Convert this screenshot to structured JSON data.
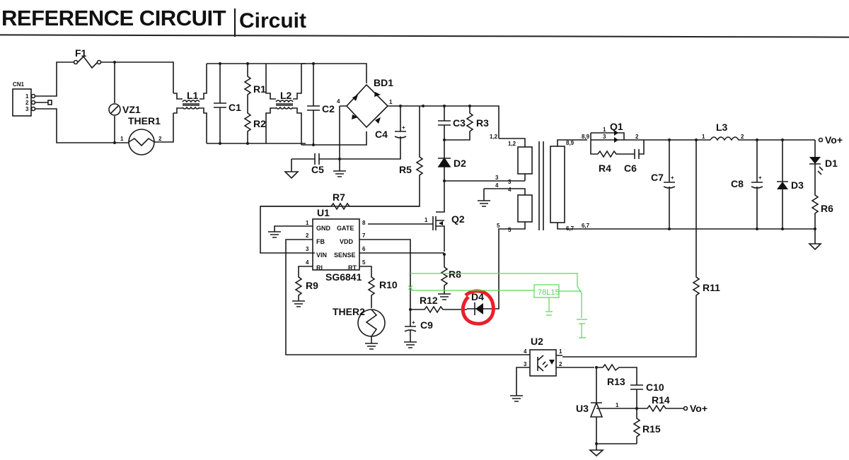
{
  "title": {
    "main": "REFERENCE CIRCUIT",
    "sub": "Circuit"
  },
  "components": {
    "CN1": "CN1",
    "F1": "F1",
    "VZ1": "VZ1",
    "THER1": "THER1",
    "L1": "L1",
    "C1": "C1",
    "R1": "R1",
    "R2": "R2",
    "L2": "L2",
    "C2": "C2",
    "BD1": "BD1",
    "C4": "C4",
    "C5": "C5",
    "R5": "R5",
    "C3": "C3",
    "R3": "R3",
    "D2": "D2",
    "Q2": "Q2",
    "R7": "R7",
    "U1": "U1",
    "U1_part": "SG6841",
    "R9": "R9",
    "R10": "R10",
    "THER2": "THER2",
    "C9": "C9",
    "R8": "R8",
    "R12": "R12",
    "D4": "D4",
    "Q1": "Q1",
    "R4": "R4",
    "C6": "C6",
    "C7": "C7",
    "L3": "L3",
    "C8": "C8",
    "D3": "D3",
    "D1": "D1",
    "R6": "R6",
    "R11": "R11",
    "U2": "U2",
    "R13": "R13",
    "C10": "C10",
    "U3": "U3",
    "R14": "R14",
    "R15": "R15"
  },
  "u1_pins": {
    "gnd": "GND",
    "fb": "FB",
    "vin": "VIN",
    "ri": "RI",
    "gate": "GATE",
    "vdd": "VDD",
    "sense": "SENSE",
    "rt": "RT"
  },
  "nets": {
    "vout1": "Vo+",
    "vout2": "Vo+"
  },
  "annotation": {
    "regulator": "78L15",
    "highlight_target": "D4",
    "highlight_color": "#e8202a",
    "sketch_color": "#59d659"
  },
  "transformer_pins": {
    "p12a": "1,2",
    "p12b": "1,2",
    "p3a": "3",
    "p3b": "3",
    "p4a": "4",
    "p4b": "4",
    "p5a": "5",
    "p5b": "5",
    "s89a": "8,9",
    "s89b": "8,9",
    "s67a": "6,7",
    "s67b": "6,7"
  }
}
